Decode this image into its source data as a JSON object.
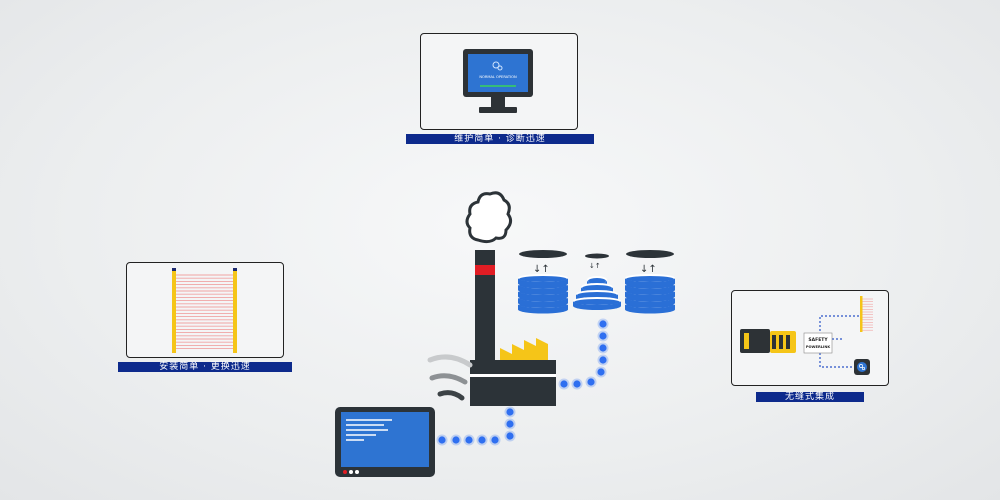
{
  "monitor_panel": {
    "caption": "维护简单 · 诊断迅速",
    "screen_text": "NORMAL OPERATION"
  },
  "light_curtain_panel": {
    "caption": "安装简单 · 更换迅速"
  },
  "integration_panel": {
    "caption": "无缝式集成",
    "module_label_lines": [
      "SAFETY",
      "POWERLINK"
    ]
  },
  "colors": {
    "banner": "#0d2a8c",
    "dots": "#2f6ff0",
    "stack_blue": "#2a6fd6",
    "factory_dark": "#2c3338",
    "smoke_red": "#e11d24",
    "roof_yellow": "#f5c518"
  }
}
